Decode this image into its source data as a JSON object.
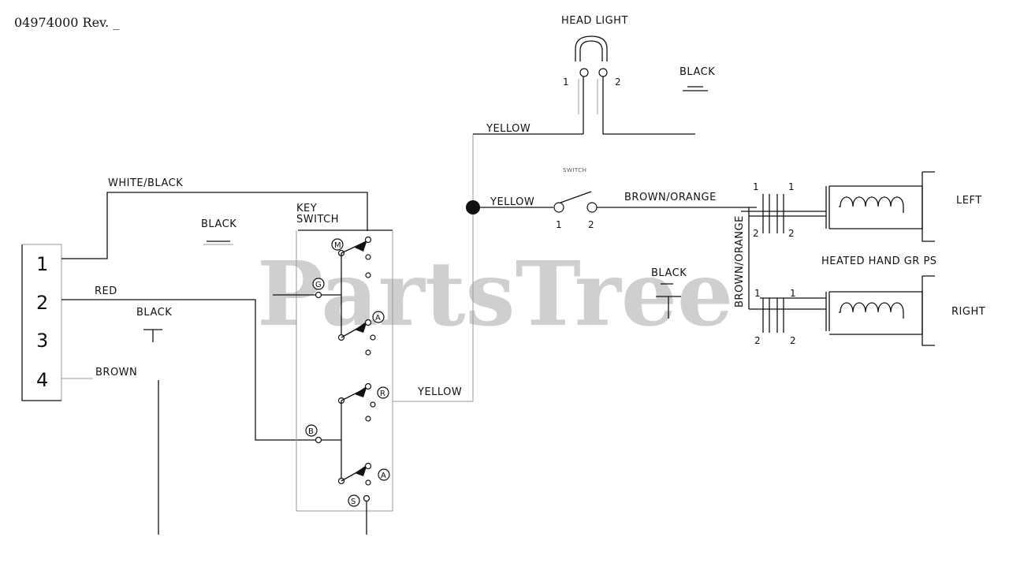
{
  "document_id": "04974000 Rev. _",
  "watermark": "PartsTree",
  "connector": {
    "pins": [
      "1",
      "2",
      "3",
      "4"
    ],
    "wires": {
      "pin1": "WHITE/BLACK",
      "pin2": "RED",
      "pin3": "BLACK",
      "pin4": "BROWN"
    }
  },
  "ground_labels": {
    "top_left": "BLACK",
    "headlight": "BLACK",
    "center": "BLACK"
  },
  "key_switch": {
    "label_line1": "KEY",
    "label_line2": "SWITCH",
    "terminals": [
      "M",
      "G",
      "A",
      "R",
      "B",
      "A",
      "S"
    ]
  },
  "headlight": {
    "label": "HEAD LIGHT",
    "pin1": "1",
    "pin2": "2",
    "wire": "YELLOW"
  },
  "splice": {
    "wire_to_switch": "YELLOW",
    "wire_from_key": "YELLOW"
  },
  "switch": {
    "label": "SWITCH",
    "pin1": "1",
    "pin2": "2",
    "output_wire": "BROWN/ORANGE"
  },
  "heated_grips": {
    "label": "HEATED HAND GR PS",
    "vertical_wire": "BROWN/ORANGE",
    "left": {
      "label": "LEFT",
      "pins": [
        "1",
        "1",
        "2",
        "2"
      ]
    },
    "right": {
      "label": "RIGHT",
      "pins": [
        "1",
        "1",
        "2",
        "2"
      ]
    }
  }
}
